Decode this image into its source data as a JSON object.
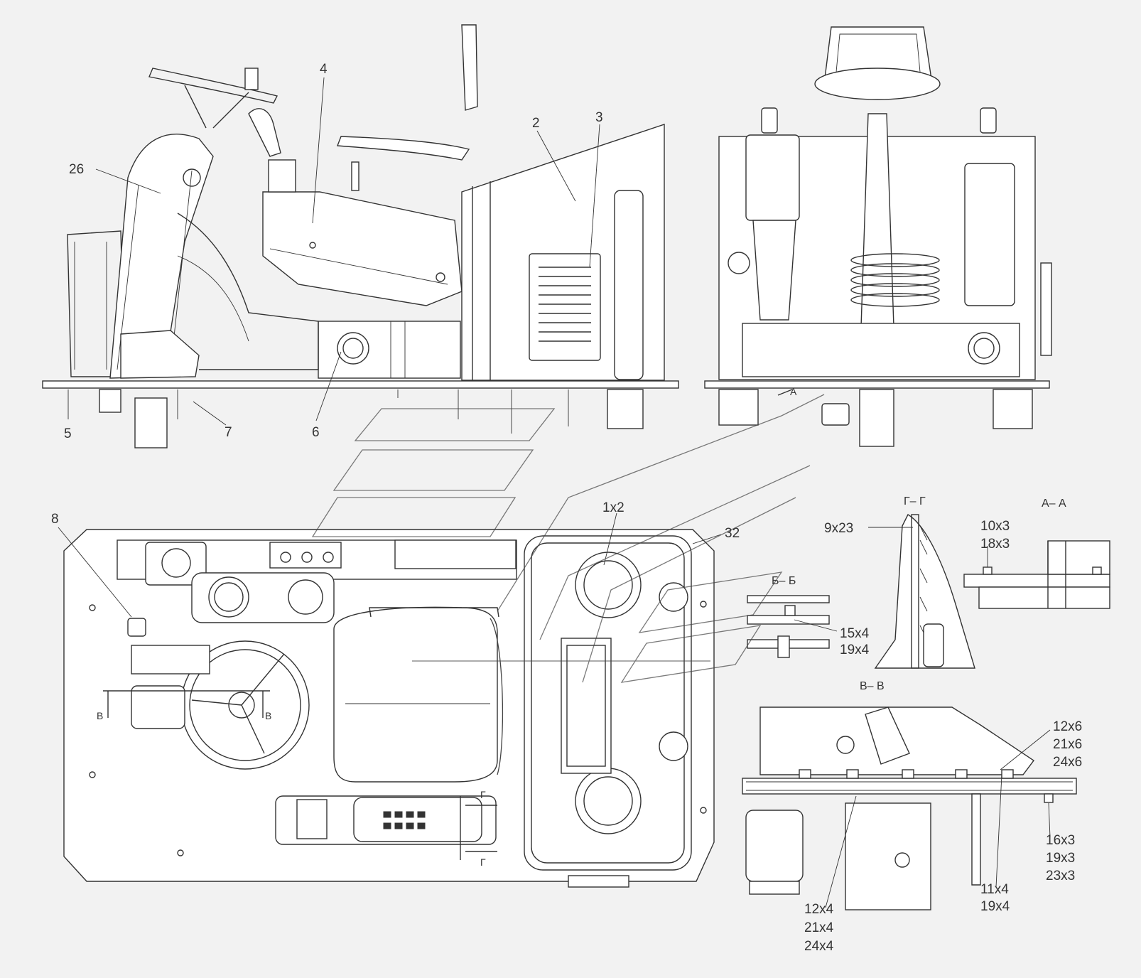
{
  "callouts": {
    "side": [
      "26",
      "4",
      "2",
      "3",
      "5",
      "7",
      "6"
    ],
    "top": [
      "8",
      "1x2",
      "32"
    ]
  },
  "views": {
    "gg": {
      "title": "Г– Г",
      "label": "9x23"
    },
    "aa": {
      "title": "А– А",
      "labels": [
        "10x3",
        "18x3"
      ]
    },
    "bb": {
      "title": "Б– Б",
      "labels": [
        "15x4",
        "19x4"
      ]
    },
    "vv": {
      "title": "В– В",
      "labels_right": [
        "12x6",
        "21x6",
        "24x6"
      ],
      "labels_bottom_left": [
        "12x4",
        "21x4",
        "24x4"
      ],
      "labels_bottom_mid": [
        "11x4",
        "19x4"
      ],
      "labels_bottom_right": [
        "16x3",
        "19x3",
        "23x3"
      ]
    }
  },
  "section_marks": {
    "a": "A",
    "v": "В",
    "g": "Г"
  },
  "colors": {
    "line": "#333333",
    "paper": "#f2f2f2",
    "fill": "#ffffff"
  }
}
